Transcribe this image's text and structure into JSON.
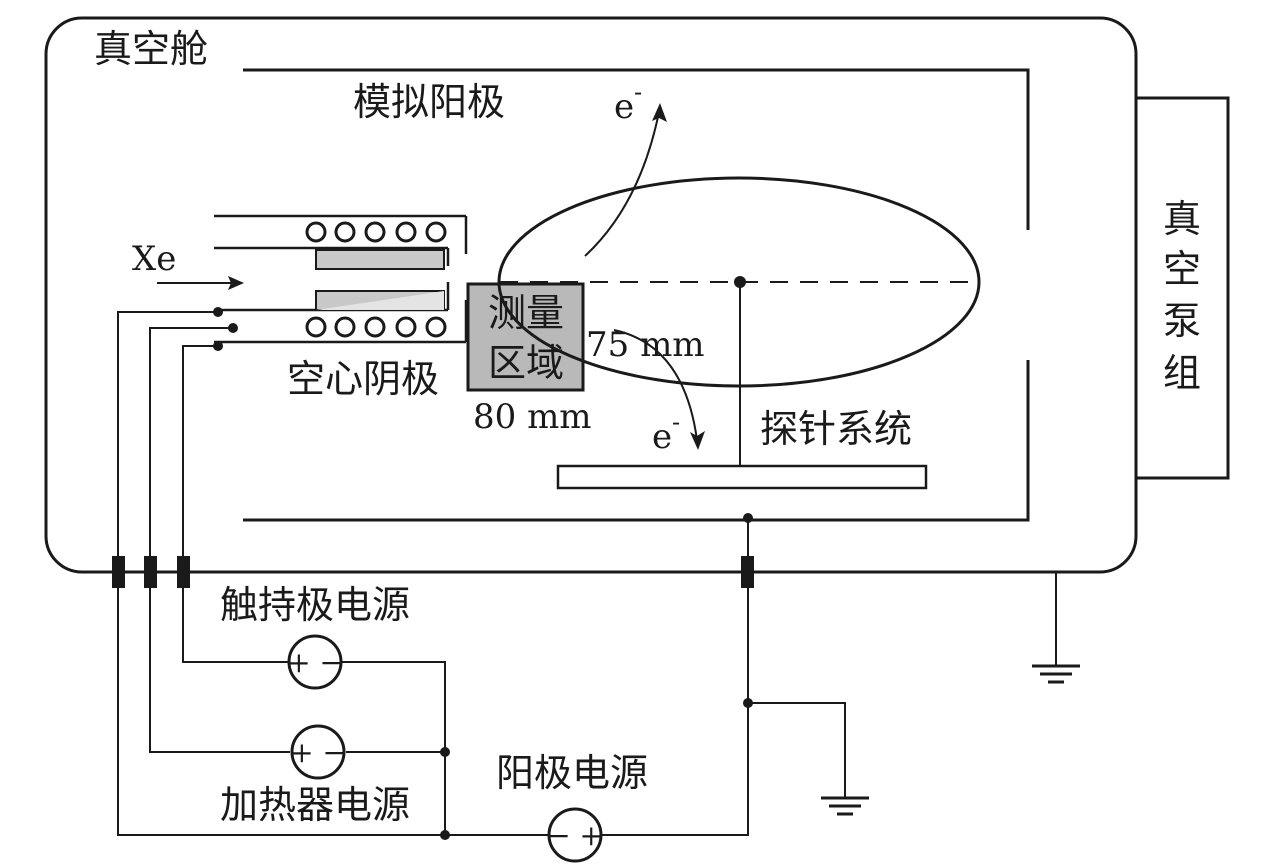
{
  "labels": {
    "chamber": "真空舱",
    "sim_anode": "模拟阳极",
    "pump_chars": [
      "真",
      "空",
      "泵",
      "组"
    ],
    "xe": "Xe",
    "hollow_cathode": "空心阴极",
    "measure_region_line1": "测量",
    "measure_region_line2": "区域",
    "dim_75": "75 mm",
    "dim_80": "80 mm",
    "electron": "e",
    "electron_sup": "-",
    "probe_system": "探针系统",
    "keeper_supply": "触持极电源",
    "heater_supply": "加热器电源",
    "anode_supply": "阳极电源",
    "polarity_keeper": "+ −",
    "polarity_heater": "+ −",
    "polarity_anode": "− +"
  },
  "colors": {
    "line": "#1a1a1a",
    "fill_gray": "#c8c8c8",
    "feedthrough": "#1a1a1a",
    "background": "#ffffff"
  }
}
